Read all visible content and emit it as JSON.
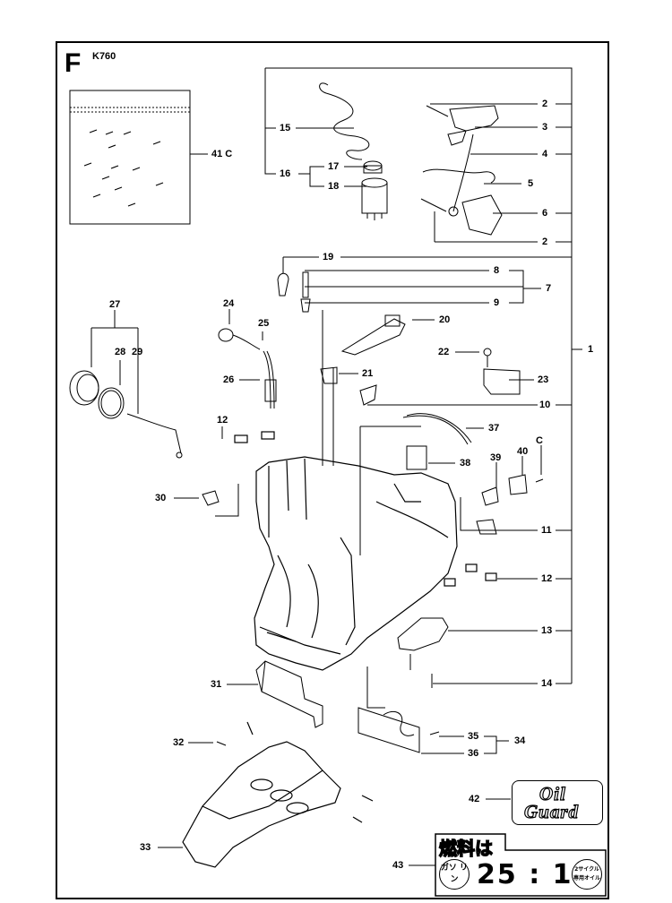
{
  "sheet": {
    "letter": "F",
    "model": "K760"
  },
  "callouts": {
    "c1": "1",
    "c2a": "2",
    "c2b": "2",
    "c3": "3",
    "c4": "4",
    "c5": "5",
    "c6": "6",
    "c7": "7",
    "c8": "8",
    "c9": "9",
    "c10": "10",
    "c11": "11",
    "c12a": "12",
    "c12b": "12",
    "c13": "13",
    "c14": "14",
    "c15": "15",
    "c16": "16",
    "c17": "17",
    "c18": "18",
    "c19": "19",
    "c20": "20",
    "c21": "21",
    "c22": "22",
    "c23": "23",
    "c24": "24",
    "c25": "25",
    "c26": "26",
    "c27": "27",
    "c28": "28",
    "c29": "29",
    "c30": "30",
    "c31": "31",
    "c32": "32",
    "c33": "33",
    "c34": "34",
    "c35": "35",
    "c36": "36",
    "c37": "37",
    "c38": "38",
    "c39": "39",
    "c40": "40",
    "cC": "C",
    "c41": "41  C",
    "c42": "42",
    "c43": "43"
  },
  "badges": {
    "oil_line1": "Oil",
    "oil_line2": "Guard",
    "fuel_title": "燃料は",
    "fuel_left_circle": "ガソ リン",
    "fuel_ratio": "25 : 1",
    "fuel_right_circle": "2サイクル 専用オイル"
  }
}
